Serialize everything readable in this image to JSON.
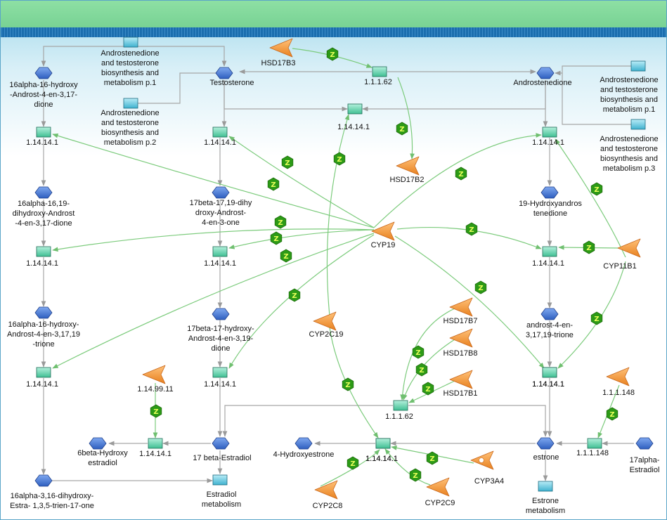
{
  "colors": {
    "header_top": "#8ee0a4",
    "header_bottom": "#78d294",
    "band": "#1d73b4",
    "bg_top": "#9fd8ea",
    "edge_gray": "#a6a6a6",
    "edge_green": "#7ccb7c",
    "compound_fill": "#4f7fd8",
    "reaction_fill": "#63d6b0",
    "process_fill": "#63c8de",
    "enzyme_fill": "#f39a3e",
    "z_fill": "#2c9a16"
  },
  "compounds": [
    {
      "id": "c_16a_ohandro",
      "label": [
        "16alpha-16-hydroxy",
        "-Androst-4-en-3,17-",
        "dione"
      ]
    },
    {
      "id": "c_testosterone",
      "label": [
        "Testosterone"
      ]
    },
    {
      "id": "c_androstenedione",
      "label": [
        "Androstenedione"
      ]
    },
    {
      "id": "c_16a19",
      "label": [
        "16alpha-16,19-",
        "dihydroxy-Androst",
        "-4-en-3,17-dione"
      ]
    },
    {
      "id": "c_17b19",
      "label": [
        "17beta-17,19-dihy",
        "droxy-Androst-",
        "4-en-3-one"
      ]
    },
    {
      "id": "c_19oh",
      "label": [
        "19-Hydroxyandros",
        "tenedione"
      ]
    },
    {
      "id": "c_16a_trione",
      "label": [
        "16alpha-16-hydroxy-",
        "Androst-4-en-3,17,19",
        "-trione"
      ]
    },
    {
      "id": "c_17b_dione",
      "label": [
        "17beta-17-hydroxy-",
        "Androst-4-en-3,19-",
        "dione"
      ]
    },
    {
      "id": "c_trione",
      "label": [
        "androst-4-en-",
        "3,17,19-trione"
      ]
    },
    {
      "id": "c_6b",
      "label": [
        "6beta-Hydroxy",
        "estradiol"
      ]
    },
    {
      "id": "c_estradiol",
      "label": [
        "17 beta-Estradiol"
      ]
    },
    {
      "id": "c_4oh",
      "label": [
        "4-Hydroxyestrone"
      ]
    },
    {
      "id": "c_estrone",
      "label": [
        "estrone"
      ]
    },
    {
      "id": "c_17a",
      "label": [
        "17alpha-",
        "Estradiol"
      ]
    },
    {
      "id": "c_16a3",
      "label": [
        "16alpha-3,16-dihydroxy-",
        "Estra- 1,3,5-trien-17-one"
      ]
    }
  ],
  "reactions": [
    {
      "id": "r_1",
      "label": "1.14.14.1"
    },
    {
      "id": "r_2",
      "label": "1.14.14.1"
    },
    {
      "id": "r_3",
      "label": "1.14.14.1"
    },
    {
      "id": "r_4",
      "label": "1.14.14.1"
    },
    {
      "id": "r_5",
      "label": "1.1.1.62"
    },
    {
      "id": "r_6",
      "label": "1.14.14.1"
    },
    {
      "id": "r_7",
      "label": "1.14.14.1"
    },
    {
      "id": "r_8",
      "label": "1.14.14.1"
    },
    {
      "id": "r_9",
      "label": "1.14.14.1"
    },
    {
      "id": "r_10",
      "label": "1.14.14.1"
    },
    {
      "id": "r_11",
      "label": "1.14.14.1"
    },
    {
      "id": "r_12",
      "label": "1.14.14.1"
    },
    {
      "id": "r_13",
      "label": "1.14.14.1"
    },
    {
      "id": "r_14",
      "label": "1.1.1.62"
    },
    {
      "id": "r_15",
      "label": "1.14.14.1"
    },
    {
      "id": "r_16",
      "label": "1.14.14.1"
    },
    {
      "id": "r_17",
      "label": "1.1.1.148"
    }
  ],
  "processes": [
    {
      "id": "p_1",
      "label": [
        "Androstenedione",
        "and testosterone",
        "biosynthesis and",
        "metabolism p.1"
      ]
    },
    {
      "id": "p_2",
      "label": [
        "Androstenedione",
        "and testosterone",
        "biosynthesis and",
        "metabolism p.2"
      ]
    },
    {
      "id": "p_3",
      "label": [
        "Androstenedione",
        "and testosterone",
        "biosynthesis and",
        "metabolism p.1"
      ]
    },
    {
      "id": "p_4",
      "label": [
        "Androstenedione",
        "and testosterone",
        "biosynthesis and",
        "metabolism p.3"
      ]
    },
    {
      "id": "p_5",
      "label": [
        "Estradiol",
        "metabolism"
      ]
    },
    {
      "id": "p_6",
      "label": [
        "Estrone",
        "metabolism"
      ]
    }
  ],
  "enzymes": [
    {
      "id": "e_hsd17b3",
      "label": "HSD17B3"
    },
    {
      "id": "e_hsd17b2",
      "label": "HSD17B2"
    },
    {
      "id": "e_cyp19",
      "label": "CYP19"
    },
    {
      "id": "e_cyp11b1",
      "label": "CYP11B1"
    },
    {
      "id": "e_cyp2c19",
      "label": "CYP2C19"
    },
    {
      "id": "e_hsd17b7",
      "label": "HSD17B7"
    },
    {
      "id": "e_hsd17b8",
      "label": "HSD17B8"
    },
    {
      "id": "e_hsd17b1",
      "label": "HSD17B1"
    },
    {
      "id": "e_11499",
      "label": "1.14.99.11"
    },
    {
      "id": "e_111148",
      "label": "1.1.1.148"
    },
    {
      "id": "e_cyp3a4",
      "label": "CYP3A4"
    },
    {
      "id": "e_cyp2c8",
      "label": "CYP2C8"
    },
    {
      "id": "e_cyp2c9",
      "label": "CYP2C9"
    }
  ],
  "catalysis_badge": "Z"
}
